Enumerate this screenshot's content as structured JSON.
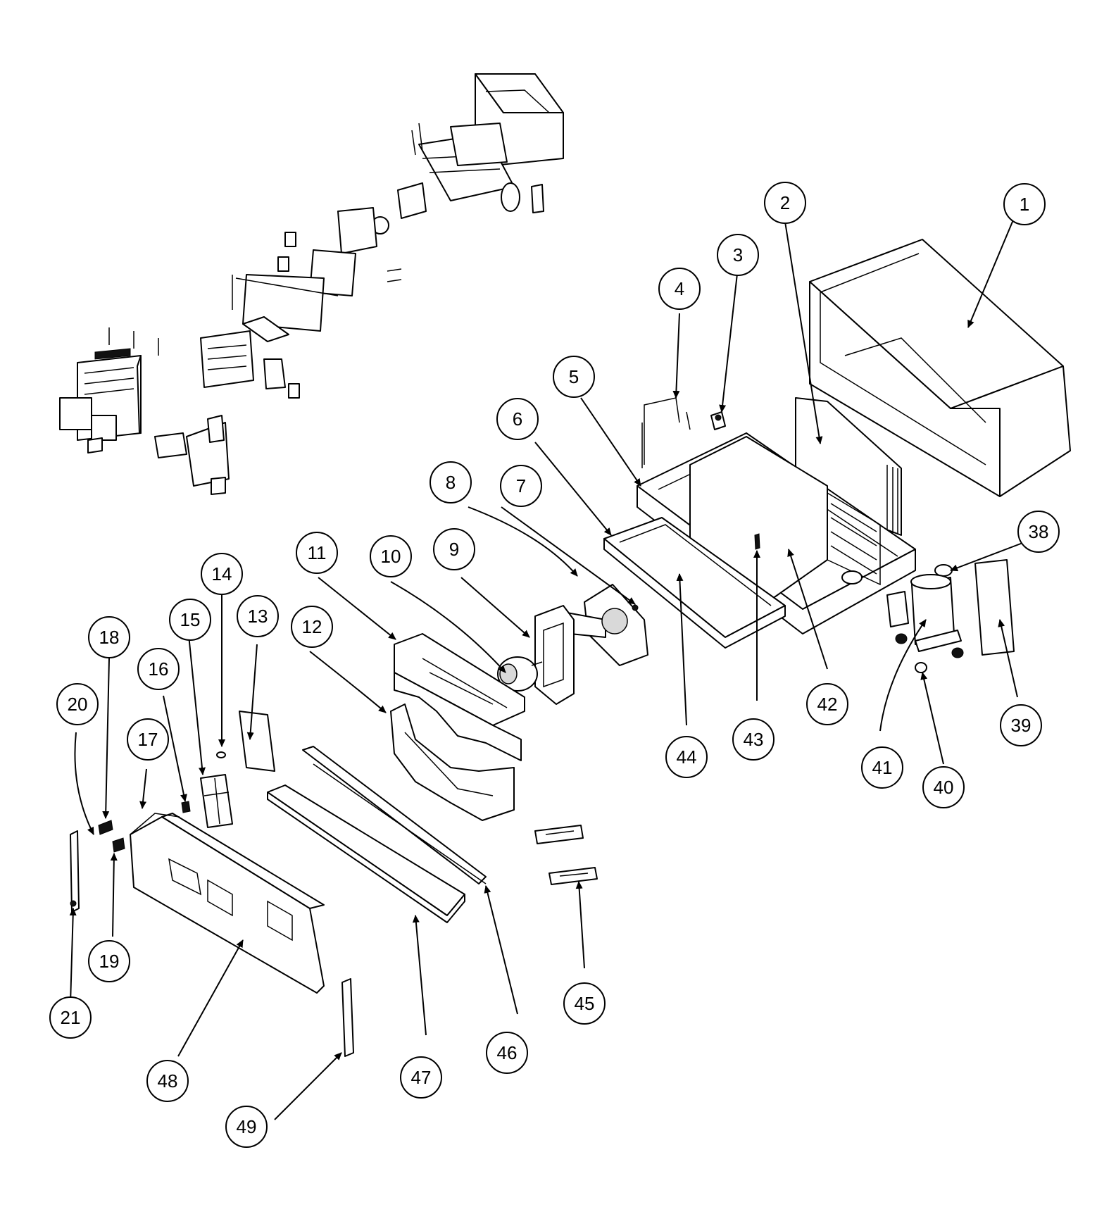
{
  "callouts": [
    "1",
    "2",
    "3",
    "4",
    "5",
    "6",
    "7",
    "8",
    "9",
    "10",
    "11",
    "12",
    "13",
    "14",
    "15",
    "16",
    "17",
    "18",
    "19",
    "20",
    "21",
    "38",
    "39",
    "40",
    "41",
    "42",
    "43",
    "44",
    "45",
    "46",
    "47",
    "48",
    "49"
  ],
  "colors": {
    "line": "#000000",
    "background": "#ffffff"
  }
}
